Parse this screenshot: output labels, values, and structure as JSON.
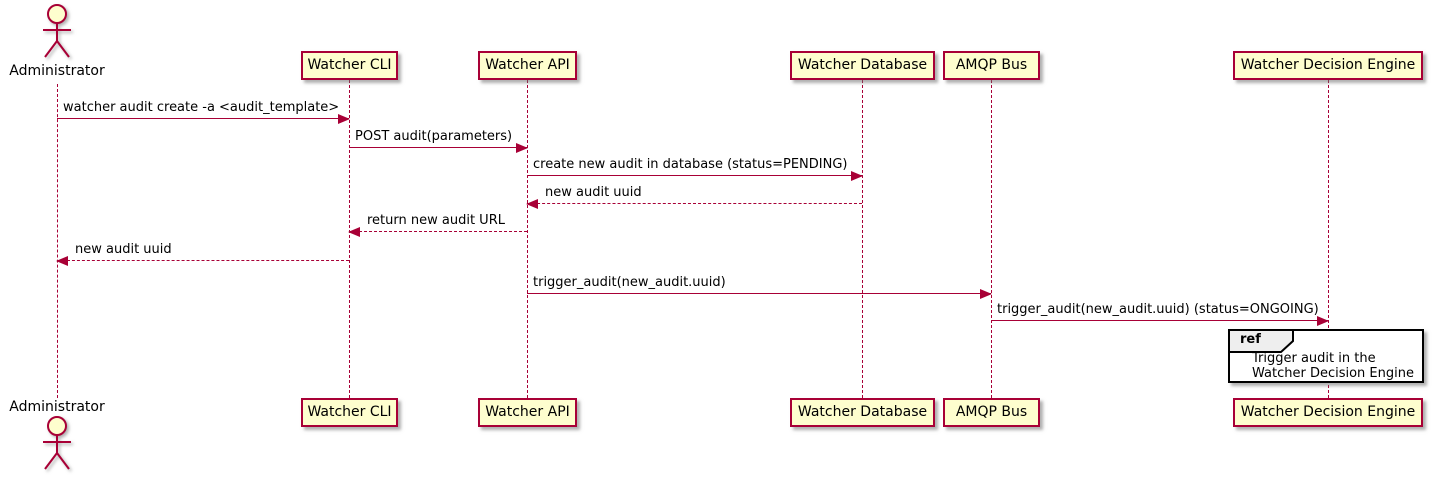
{
  "diagram_type": "uml-sequence",
  "colors": {
    "stroke": "#A80036",
    "fill": "#FEFECE",
    "text": "#000000",
    "ref_border": "#000000",
    "ref_header": "#EEEEEE",
    "background": "#FFFFFF"
  },
  "participants": [
    {
      "name": "Administrator",
      "type": "actor"
    },
    {
      "name": "Watcher CLI",
      "type": "participant"
    },
    {
      "name": "Watcher API",
      "type": "participant"
    },
    {
      "name": "Watcher Database",
      "type": "participant"
    },
    {
      "name": "AMQP Bus",
      "type": "participant"
    },
    {
      "name": "Watcher Decision Engine",
      "type": "participant"
    }
  ],
  "messages": [
    {
      "from": "Administrator",
      "to": "Watcher CLI",
      "label": "watcher audit create -a <audit_template>",
      "line": "solid",
      "direction": "right"
    },
    {
      "from": "Watcher CLI",
      "to": "Watcher API",
      "label": "POST audit(parameters)",
      "line": "solid",
      "direction": "right"
    },
    {
      "from": "Watcher API",
      "to": "Watcher Database",
      "label": "create new audit in database (status=PENDING)",
      "line": "solid",
      "direction": "right"
    },
    {
      "from": "Watcher Database",
      "to": "Watcher API",
      "label": "new audit uuid",
      "line": "dashed",
      "direction": "left"
    },
    {
      "from": "Watcher API",
      "to": "Watcher CLI",
      "label": "return new audit URL",
      "line": "dashed",
      "direction": "left"
    },
    {
      "from": "Watcher CLI",
      "to": "Administrator",
      "label": "new audit uuid",
      "line": "dashed",
      "direction": "left"
    },
    {
      "from": "Watcher API",
      "to": "AMQP Bus",
      "label": "trigger_audit(new_audit.uuid)",
      "line": "solid",
      "direction": "right"
    },
    {
      "from": "AMQP Bus",
      "to": "Watcher Decision Engine",
      "label": "trigger_audit(new_audit.uuid) (status=ONGOING)",
      "line": "solid",
      "direction": "right"
    }
  ],
  "ref": {
    "keyword": "ref",
    "over": "Watcher Decision Engine",
    "lines": [
      "Trigger audit in the",
      "Watcher Decision Engine"
    ]
  }
}
